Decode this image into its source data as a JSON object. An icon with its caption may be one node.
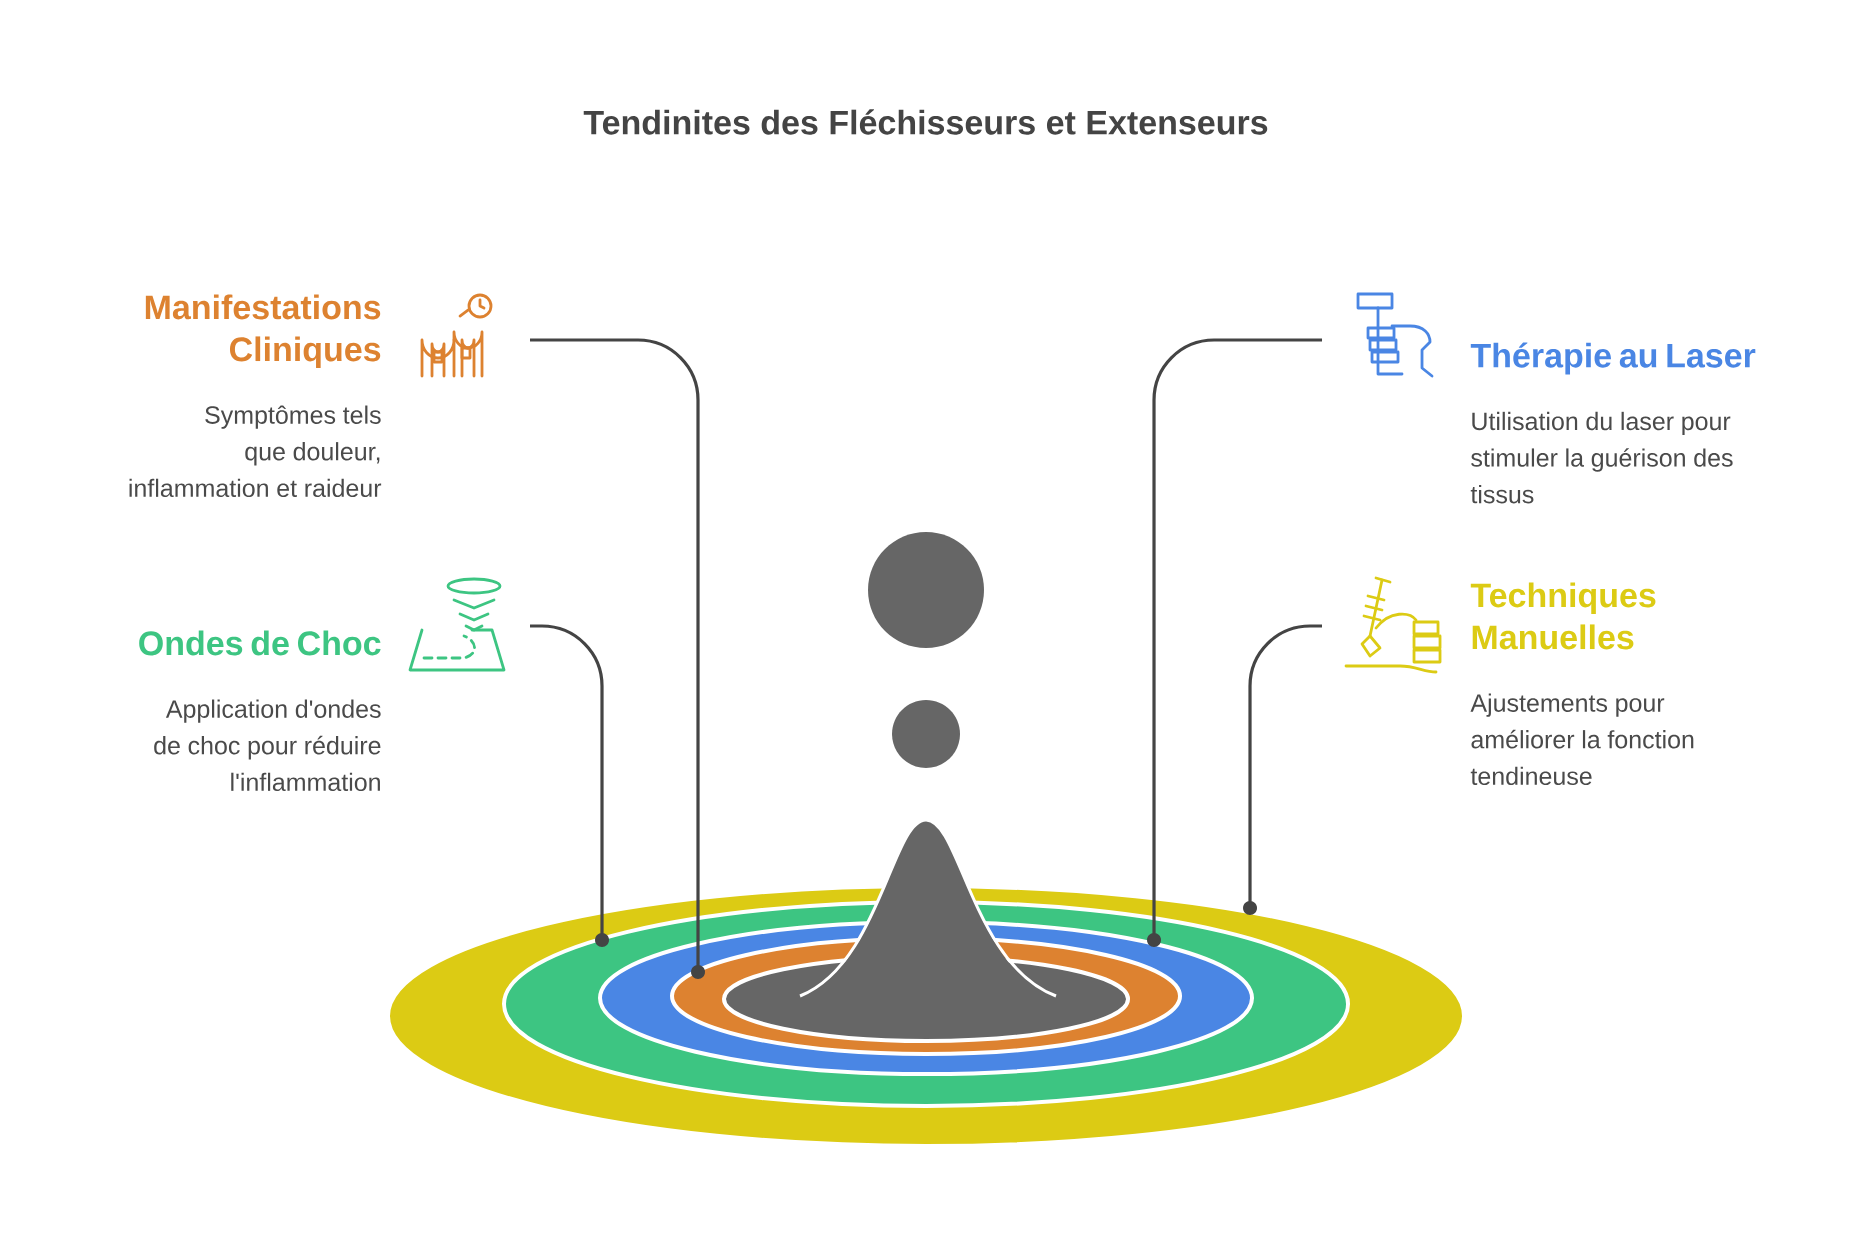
{
  "diagram": {
    "title": "Tendinites des Fléchisseurs et Extenseurs",
    "nodes": [
      {
        "text": [
          "Manifestations Cliniques",
          "Symptômes tels que douleur, inflammation et raideur"
        ]
      },
      {
        "text": [
          "Thérapie au Laser",
          "Utilisation du laser pour stimuler la guérison des tissus"
        ]
      },
      {
        "text": [
          "Ondes de Choc",
          "Application d'ondes de choc pour réduire l'inflammation"
        ]
      },
      {
        "text": [
          "Techniques Manuelles",
          "Ajustements pour améliorer la fonction tendineuse"
        ]
      },
      {
        "text": [],
        "shape": "ring"
      },
      {
        "text": [],
        "shape": "ring",
        "in": 4
      },
      {
        "text": [],
        "shape": "ring",
        "in": 5
      },
      {
        "text": [],
        "shape": "ring",
        "in": 6
      }
    ],
    "edges": [
      {
        "from": 0,
        "to": 7,
        "arrow": "other"
      },
      {
        "from": 1,
        "to": 6,
        "arrow": "other"
      },
      {
        "from": 2,
        "to": 5,
        "arrow": "other"
      },
      {
        "from": 3,
        "to": 4,
        "arrow": "other"
      }
    ]
  }
}
